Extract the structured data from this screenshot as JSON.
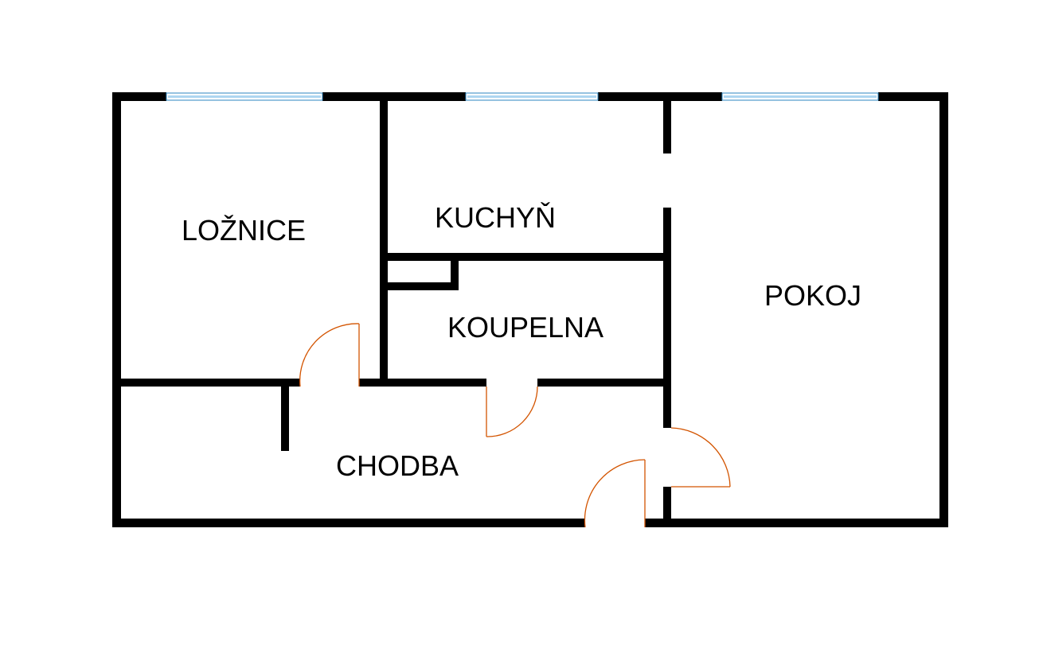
{
  "floor_plan": {
    "rooms": {
      "loznice": "LOŽNICE",
      "kuchyn": "KUCHYŇ",
      "pokoj": "POKOJ",
      "koupelna": "KOUPELNA",
      "chodba": "CHODBA"
    },
    "colors": {
      "wall": "#000000",
      "window": "#aed6f1",
      "window_frame": "#2e86c1",
      "door": "#d35400",
      "background": "#ffffff"
    }
  }
}
